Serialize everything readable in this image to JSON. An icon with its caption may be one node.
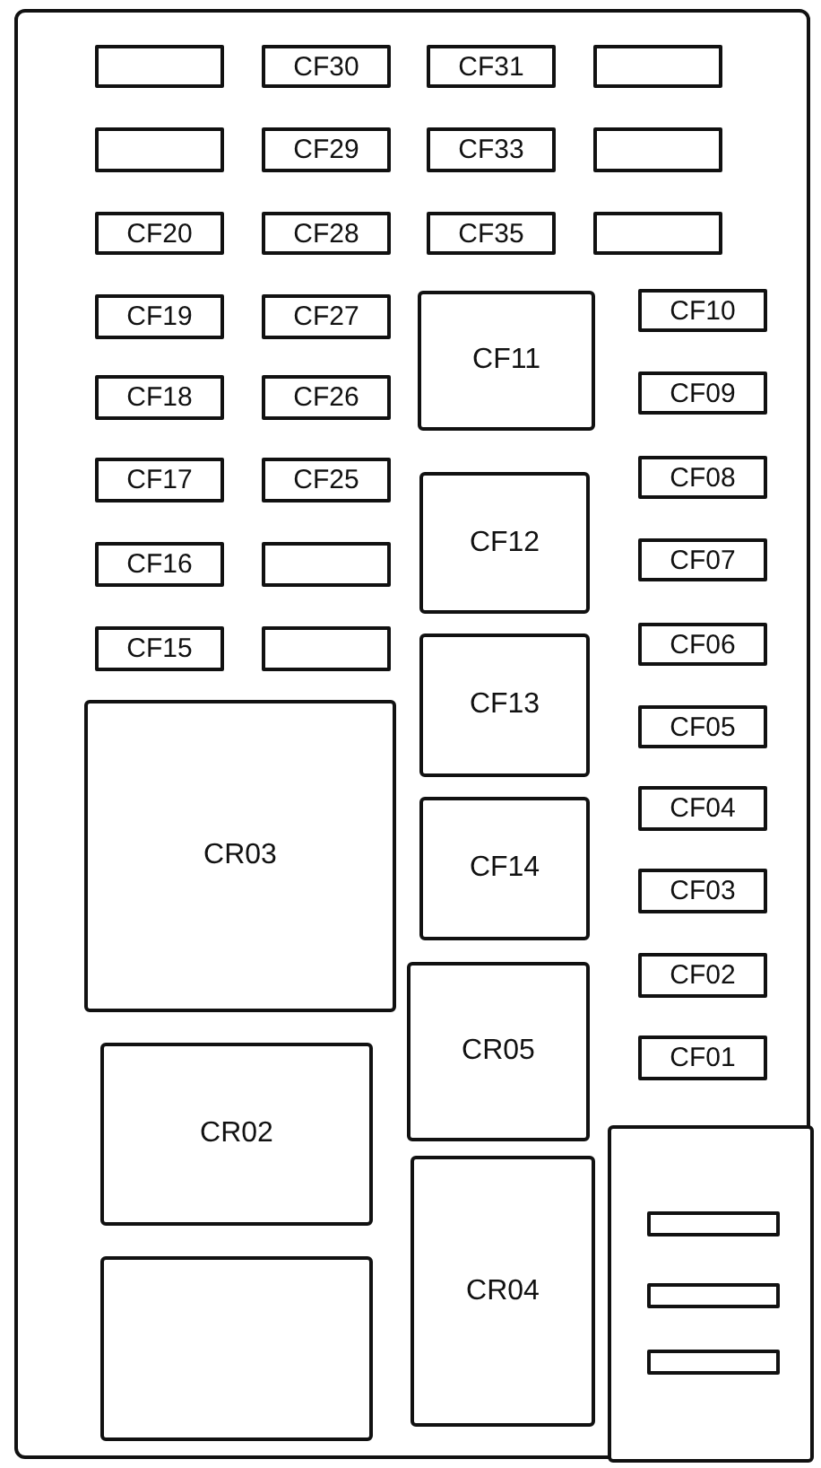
{
  "diagram": {
    "nodes": [
      {
        "text": [],
        "shape": "box"
      },
      {
        "text": [],
        "shape": "box",
        "in": 0
      },
      {
        "text": [
          "CF30"
        ],
        "in": 0
      },
      {
        "text": [
          "CF31"
        ],
        "in": 0
      },
      {
        "text": [],
        "shape": "box",
        "in": 0
      },
      {
        "text": [],
        "shape": "box",
        "in": 0
      },
      {
        "text": [
          "CF29"
        ],
        "in": 0
      },
      {
        "text": [
          "CF33"
        ],
        "in": 0
      },
      {
        "text": [],
        "shape": "box",
        "in": 0
      },
      {
        "text": [
          "CF20"
        ],
        "in": 0
      },
      {
        "text": [
          "CF28"
        ],
        "in": 0
      },
      {
        "text": [
          "CF35"
        ],
        "in": 0
      },
      {
        "text": [],
        "shape": "box",
        "in": 0
      },
      {
        "text": [
          "CF10"
        ],
        "in": 0
      },
      {
        "text": [
          "CF11"
        ],
        "in": 0
      },
      {
        "text": [
          "CF19"
        ],
        "in": 0
      },
      {
        "text": [
          "CF27"
        ],
        "in": 0
      },
      {
        "text": [
          "CF09"
        ],
        "in": 0
      },
      {
        "text": [
          "CF18"
        ],
        "in": 0
      },
      {
        "text": [
          "CF26"
        ],
        "in": 0
      },
      {
        "text": [
          "CF08"
        ],
        "in": 0
      },
      {
        "text": [
          "CF17"
        ],
        "in": 0
      },
      {
        "text": [
          "CF25"
        ],
        "in": 0
      },
      {
        "text": [
          "CF12"
        ],
        "in": 0
      },
      {
        "text": [
          "CF07"
        ],
        "in": 0
      },
      {
        "text": [
          "CF16"
        ],
        "in": 0
      },
      {
        "text": [],
        "shape": "box",
        "in": 0
      },
      {
        "text": [
          "CF06"
        ],
        "in": 0
      },
      {
        "text": [
          "CF15"
        ],
        "in": 0
      },
      {
        "text": [],
        "shape": "box",
        "in": 0
      },
      {
        "text": [
          "CF13"
        ],
        "in": 0
      },
      {
        "text": [
          "CR03"
        ],
        "in": 0
      },
      {
        "text": [
          "CF05"
        ],
        "in": 0
      },
      {
        "text": [
          "CF04"
        ],
        "in": 0
      },
      {
        "text": [
          "CF14"
        ],
        "in": 0
      },
      {
        "text": [
          "CF03"
        ],
        "in": 0
      },
      {
        "text": [
          "CF02"
        ],
        "in": 0
      },
      {
        "text": [
          "CR05"
        ],
        "in": 0
      },
      {
        "text": [
          "CF01"
        ],
        "in": 0
      },
      {
        "text": [
          "CR02"
        ],
        "in": 0
      },
      {
        "text": [],
        "shape": "box",
        "in": 0
      },
      {
        "text": [
          "CR04"
        ],
        "in": 0
      },
      {
        "text": [],
        "shape": "bar",
        "in": 40
      },
      {
        "text": [],
        "shape": "box",
        "in": 0
      },
      {
        "text": [],
        "shape": "bar",
        "in": 40
      },
      {
        "text": [],
        "shape": "bar",
        "in": 40
      }
    ]
  }
}
